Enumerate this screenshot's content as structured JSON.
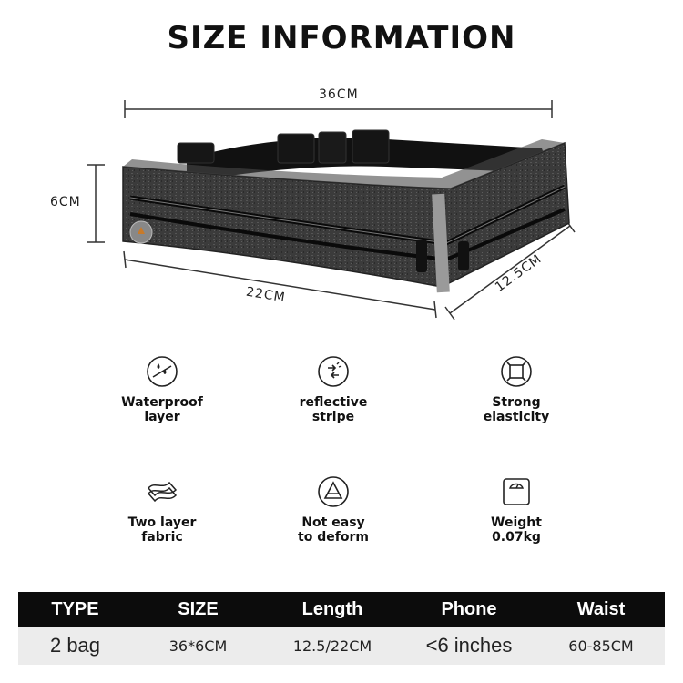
{
  "header": {
    "title": "SIZE INFORMATION"
  },
  "dimensions": {
    "width": "36CM",
    "height": "6CM",
    "length": "22CM",
    "depth": "12.5CM"
  },
  "features": [
    {
      "icon": "water-drop-icon",
      "line1": "Waterproof",
      "line2": "layer"
    },
    {
      "icon": "reflective-icon",
      "line1": "reflective",
      "line2": "stripe"
    },
    {
      "icon": "stretch-icon",
      "line1": "Strong",
      "line2": "elasticity"
    },
    {
      "icon": "fabric-layers-icon",
      "line1": "Two layer",
      "line2": "fabric"
    },
    {
      "icon": "triangle-icon",
      "line1": "Not easy",
      "line2": "to deform"
    },
    {
      "icon": "scale-icon",
      "line1": "Weight",
      "line2": "0.07kg"
    }
  ],
  "table": {
    "headers": [
      "TYPE",
      "SIZE",
      "Length",
      "Phone",
      "Waist"
    ],
    "rows": [
      [
        "2 bag",
        "36*6CM",
        "12.5/22CM",
        "<6 inches",
        "60-85CM"
      ]
    ]
  },
  "colors": {
    "header_bg": "#0c0c0c",
    "row_bg": "#ececec",
    "bag": "#3a3a3a"
  }
}
